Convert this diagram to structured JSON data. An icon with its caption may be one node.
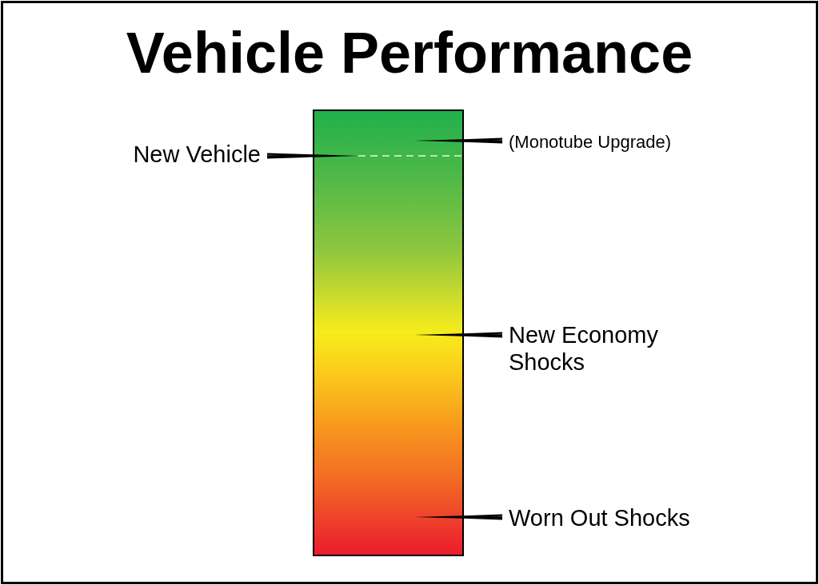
{
  "diagram": {
    "title": "Vehicle Performance",
    "nodes": [
      {
        "text": [],
        "shape": "bar"
      },
      {
        "text": [
          "New Vehicle"
        ]
      },
      {
        "text": [
          "(Monotube Upgrade)"
        ]
      },
      {
        "text": [
          "New Economy Shocks"
        ]
      },
      {
        "text": [
          "Worn Out Shocks"
        ]
      }
    ],
    "edges": [
      {
        "from": 1,
        "to": 0,
        "arrow": "none"
      },
      {
        "from": 2,
        "to": 0,
        "arrow": "none"
      },
      {
        "from": 3,
        "to": 0,
        "arrow": "none"
      },
      {
        "from": 4,
        "to": 0,
        "arrow": "none"
      }
    ]
  }
}
